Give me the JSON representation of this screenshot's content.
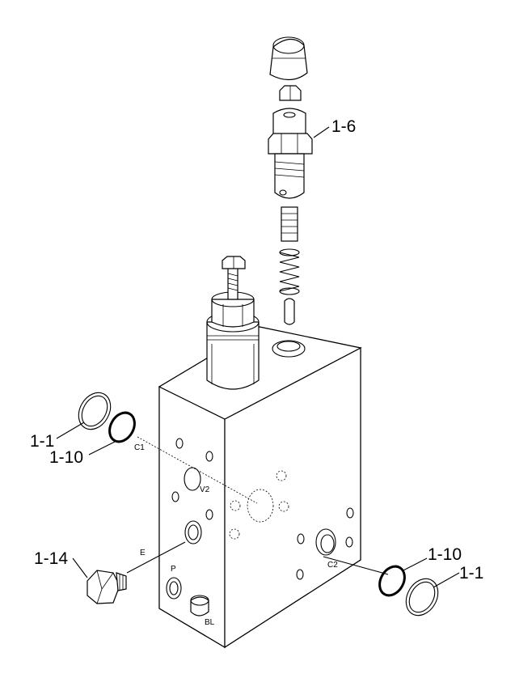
{
  "callouts": {
    "c_1_6": "1-6",
    "c_1_1_left": "1-1",
    "c_1_10_left": "1-10",
    "c_1_14": "1-14",
    "c_1_10_right": "1-10",
    "c_1_1_right": "1-1"
  },
  "ports": {
    "c1": "C1",
    "v2": "V2",
    "e": "E",
    "p": "P",
    "bl": "BL",
    "c2": "C2"
  }
}
